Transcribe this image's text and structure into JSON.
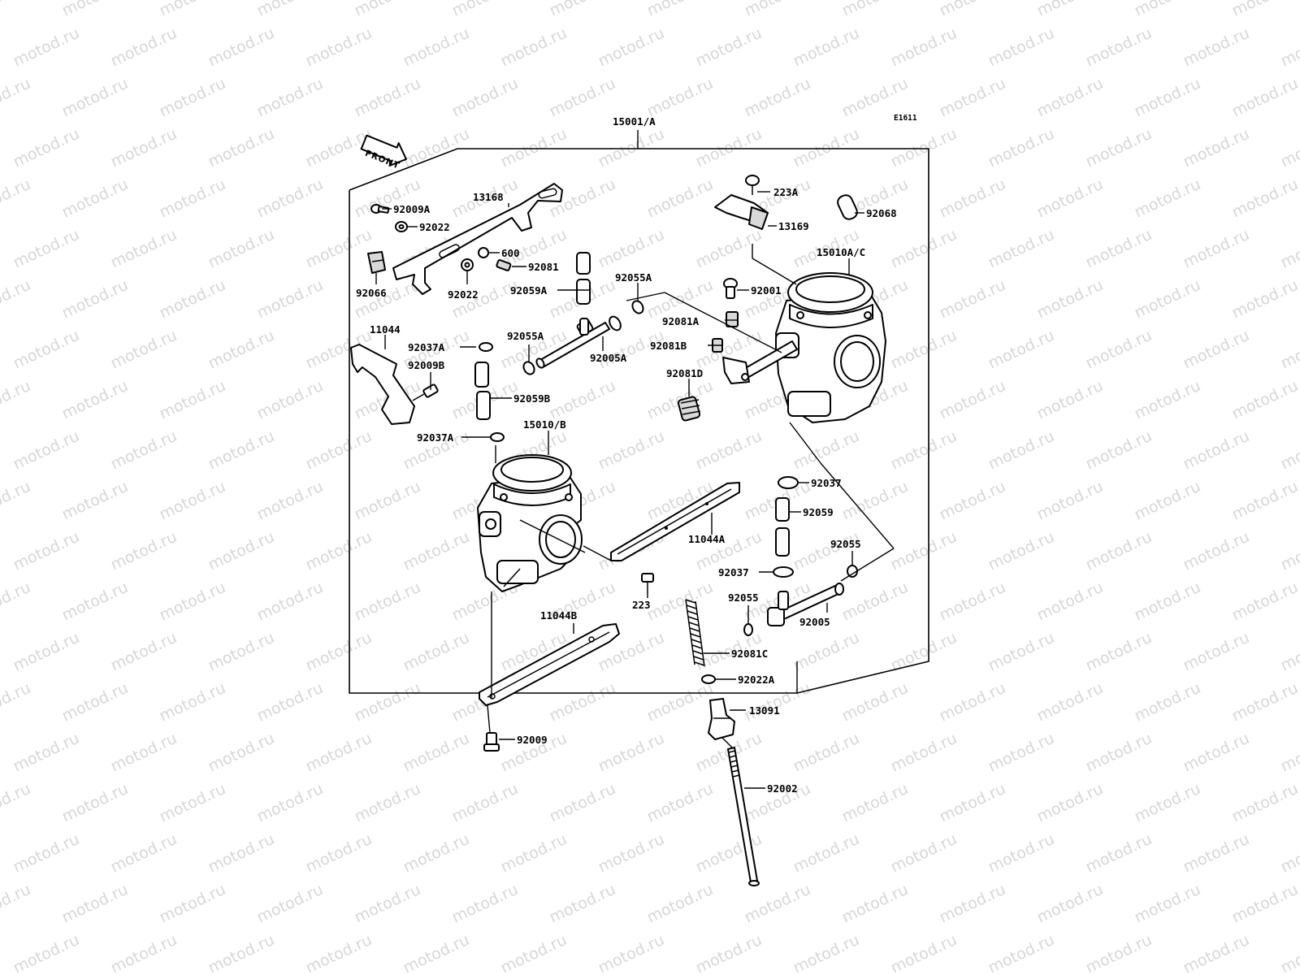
{
  "diagram": {
    "ref_code": "E1611",
    "front_label": "FRONT",
    "watermark": "motod.ru",
    "parts": {
      "p15001A": "15001/A",
      "p92009A": "92009A",
      "p13168": "13168",
      "p92022a": "92022",
      "p600": "600",
      "p92081": "92081",
      "p92066": "92066",
      "p92022b": "92022",
      "p92059A": "92059A",
      "p92055A_top": "92055A",
      "p11044": "11044",
      "p92037A_top": "92037A",
      "p92055A_mid": "92055A",
      "p92009B": "92009B",
      "p92005A": "92005A",
      "p92059B": "92059B",
      "p92037A_low": "92037A",
      "p15010B": "15010/B",
      "p223A": "223A",
      "p13169": "13169",
      "p92068": "92068",
      "p15010AC": "15010A/C",
      "p92001": "92001",
      "p92081A": "92081A",
      "p92081B": "92081B",
      "p92081D": "92081D",
      "p92037": "92037",
      "p92059": "92059",
      "p92055_right": "92055",
      "p11044A": "11044A",
      "p223": "223",
      "p92037_low": "92037",
      "p92055_low": "92055",
      "p92005": "92005",
      "p11044B": "11044B",
      "p92081C": "92081C",
      "p92022A": "92022A",
      "p13091": "13091",
      "p92009": "92009",
      "p92002": "92002"
    }
  }
}
